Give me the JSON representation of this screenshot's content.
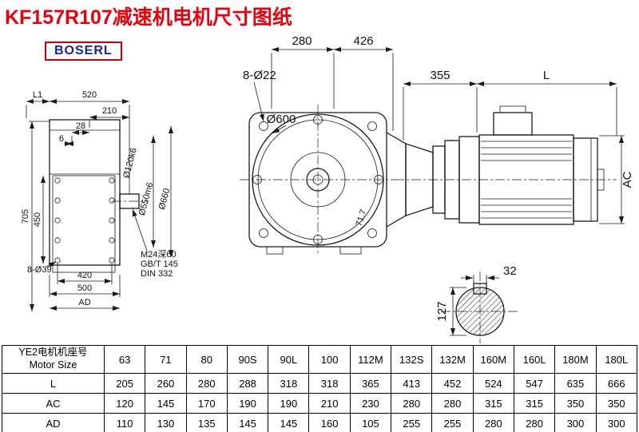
{
  "title": "KF157R107减速机电机尺寸图纸",
  "logo": "BOSERL",
  "colors": {
    "title": "#e8000d",
    "logo_text": "#1226aa",
    "logo_border": "#c80000",
    "line": "#1a1a1a"
  },
  "dims": {
    "left": {
      "L1": "L1",
      "w520": "520",
      "w210": "210",
      "w28": "28",
      "w6": "6",
      "h705": "705",
      "h450": "450",
      "holes": "8-Ø39",
      "w420": "420",
      "w500": "500",
      "AD": "AD",
      "shaft_dia": "Ø120k6",
      "spigot_dia": "Ø550m6",
      "flange_dia": "Ø660",
      "note1": "M24深60",
      "note2": "GB/T 145",
      "note3": "DIN 332"
    },
    "front": {
      "w280": "280",
      "w426": "426",
      "holes": "8-Ø22",
      "dia": "Ø600",
      "angle": "71.7"
    },
    "motor": {
      "w355": "355",
      "L": "L",
      "AC": "AC"
    },
    "shaft_section": {
      "w32": "32",
      "h127": "127"
    }
  },
  "table": {
    "header_cn": "YE2电机机座号",
    "header_en": "Motor Size",
    "sizes": [
      "63",
      "71",
      "80",
      "90S",
      "90L",
      "100",
      "112M",
      "132S",
      "132M",
      "160M",
      "160L",
      "180M",
      "180L"
    ],
    "rows": [
      {
        "label": "L",
        "values": [
          "205",
          "260",
          "280",
          "288",
          "318",
          "318",
          "365",
          "413",
          "452",
          "524",
          "547",
          "635",
          "666"
        ]
      },
      {
        "label": "AC",
        "values": [
          "120",
          "145",
          "170",
          "190",
          "190",
          "210",
          "230",
          "280",
          "280",
          "315",
          "315",
          "350",
          "350"
        ]
      },
      {
        "label": "AD",
        "values": [
          "110",
          "130",
          "135",
          "145",
          "145",
          "160",
          "105",
          "255",
          "255",
          "280",
          "280",
          "300",
          "300"
        ]
      }
    ]
  }
}
